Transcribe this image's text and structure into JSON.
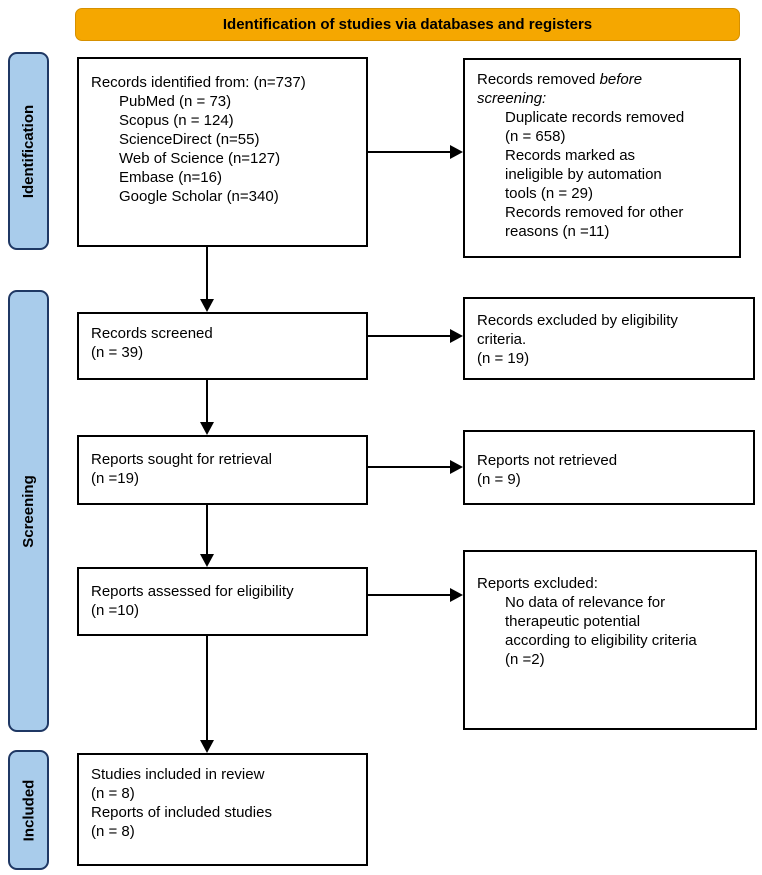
{
  "banner": {
    "label": "Identification of studies via databases and registers"
  },
  "colors": {
    "banner_bg": "#F5A700",
    "banner_border": "#D69000",
    "stage_bg": "#A9CCEB",
    "stage_border": "#1F3864",
    "box_border": "#000000"
  },
  "stages": {
    "identification": "Identification",
    "screening": "Screening",
    "included": "Included"
  },
  "boxes": {
    "identified": {
      "title": "Records identified from: (n=737)",
      "sources": [
        "PubMed (n = 73)",
        "Scopus (n = 124)",
        "ScienceDirect (n=55)",
        "Web of Science (n=127)",
        "Embase (n=16)",
        "Google Scholar (n=340)"
      ]
    },
    "removed_before_screening": {
      "title_prefix": "Records removed ",
      "title_italic_1": "before",
      "title_italic_2": "screening:",
      "items": [
        [
          "Duplicate records removed",
          "(n = 658)"
        ],
        [
          "Records marked as",
          "ineligible by automation",
          "tools (n = 29)"
        ],
        [
          "Records removed for other",
          "reasons (n =11)"
        ]
      ]
    },
    "screened": {
      "lines": [
        "Records screened",
        "(n = 39)"
      ]
    },
    "excluded_by_eligibility": {
      "lines": [
        "Records excluded by eligibility",
        "criteria.",
        "(n = 19)"
      ]
    },
    "sought_for_retrieval": {
      "lines": [
        "Reports sought for retrieval",
        "(n =19)"
      ]
    },
    "not_retrieved": {
      "lines": [
        "Reports not retrieved",
        "(n = 9)"
      ]
    },
    "assessed_for_eligibility": {
      "lines": [
        "Reports assessed for eligibility",
        "(n =10)"
      ]
    },
    "reports_excluded": {
      "title": "Reports excluded:",
      "item_lines": [
        "No data of relevance for",
        "therapeutic potential",
        "according to eligibility criteria",
        "(n =2)"
      ]
    },
    "included_in_review": {
      "lines": [
        "Studies included in review",
        "(n = 8)",
        "Reports of included studies",
        "(n = 8)"
      ]
    }
  }
}
